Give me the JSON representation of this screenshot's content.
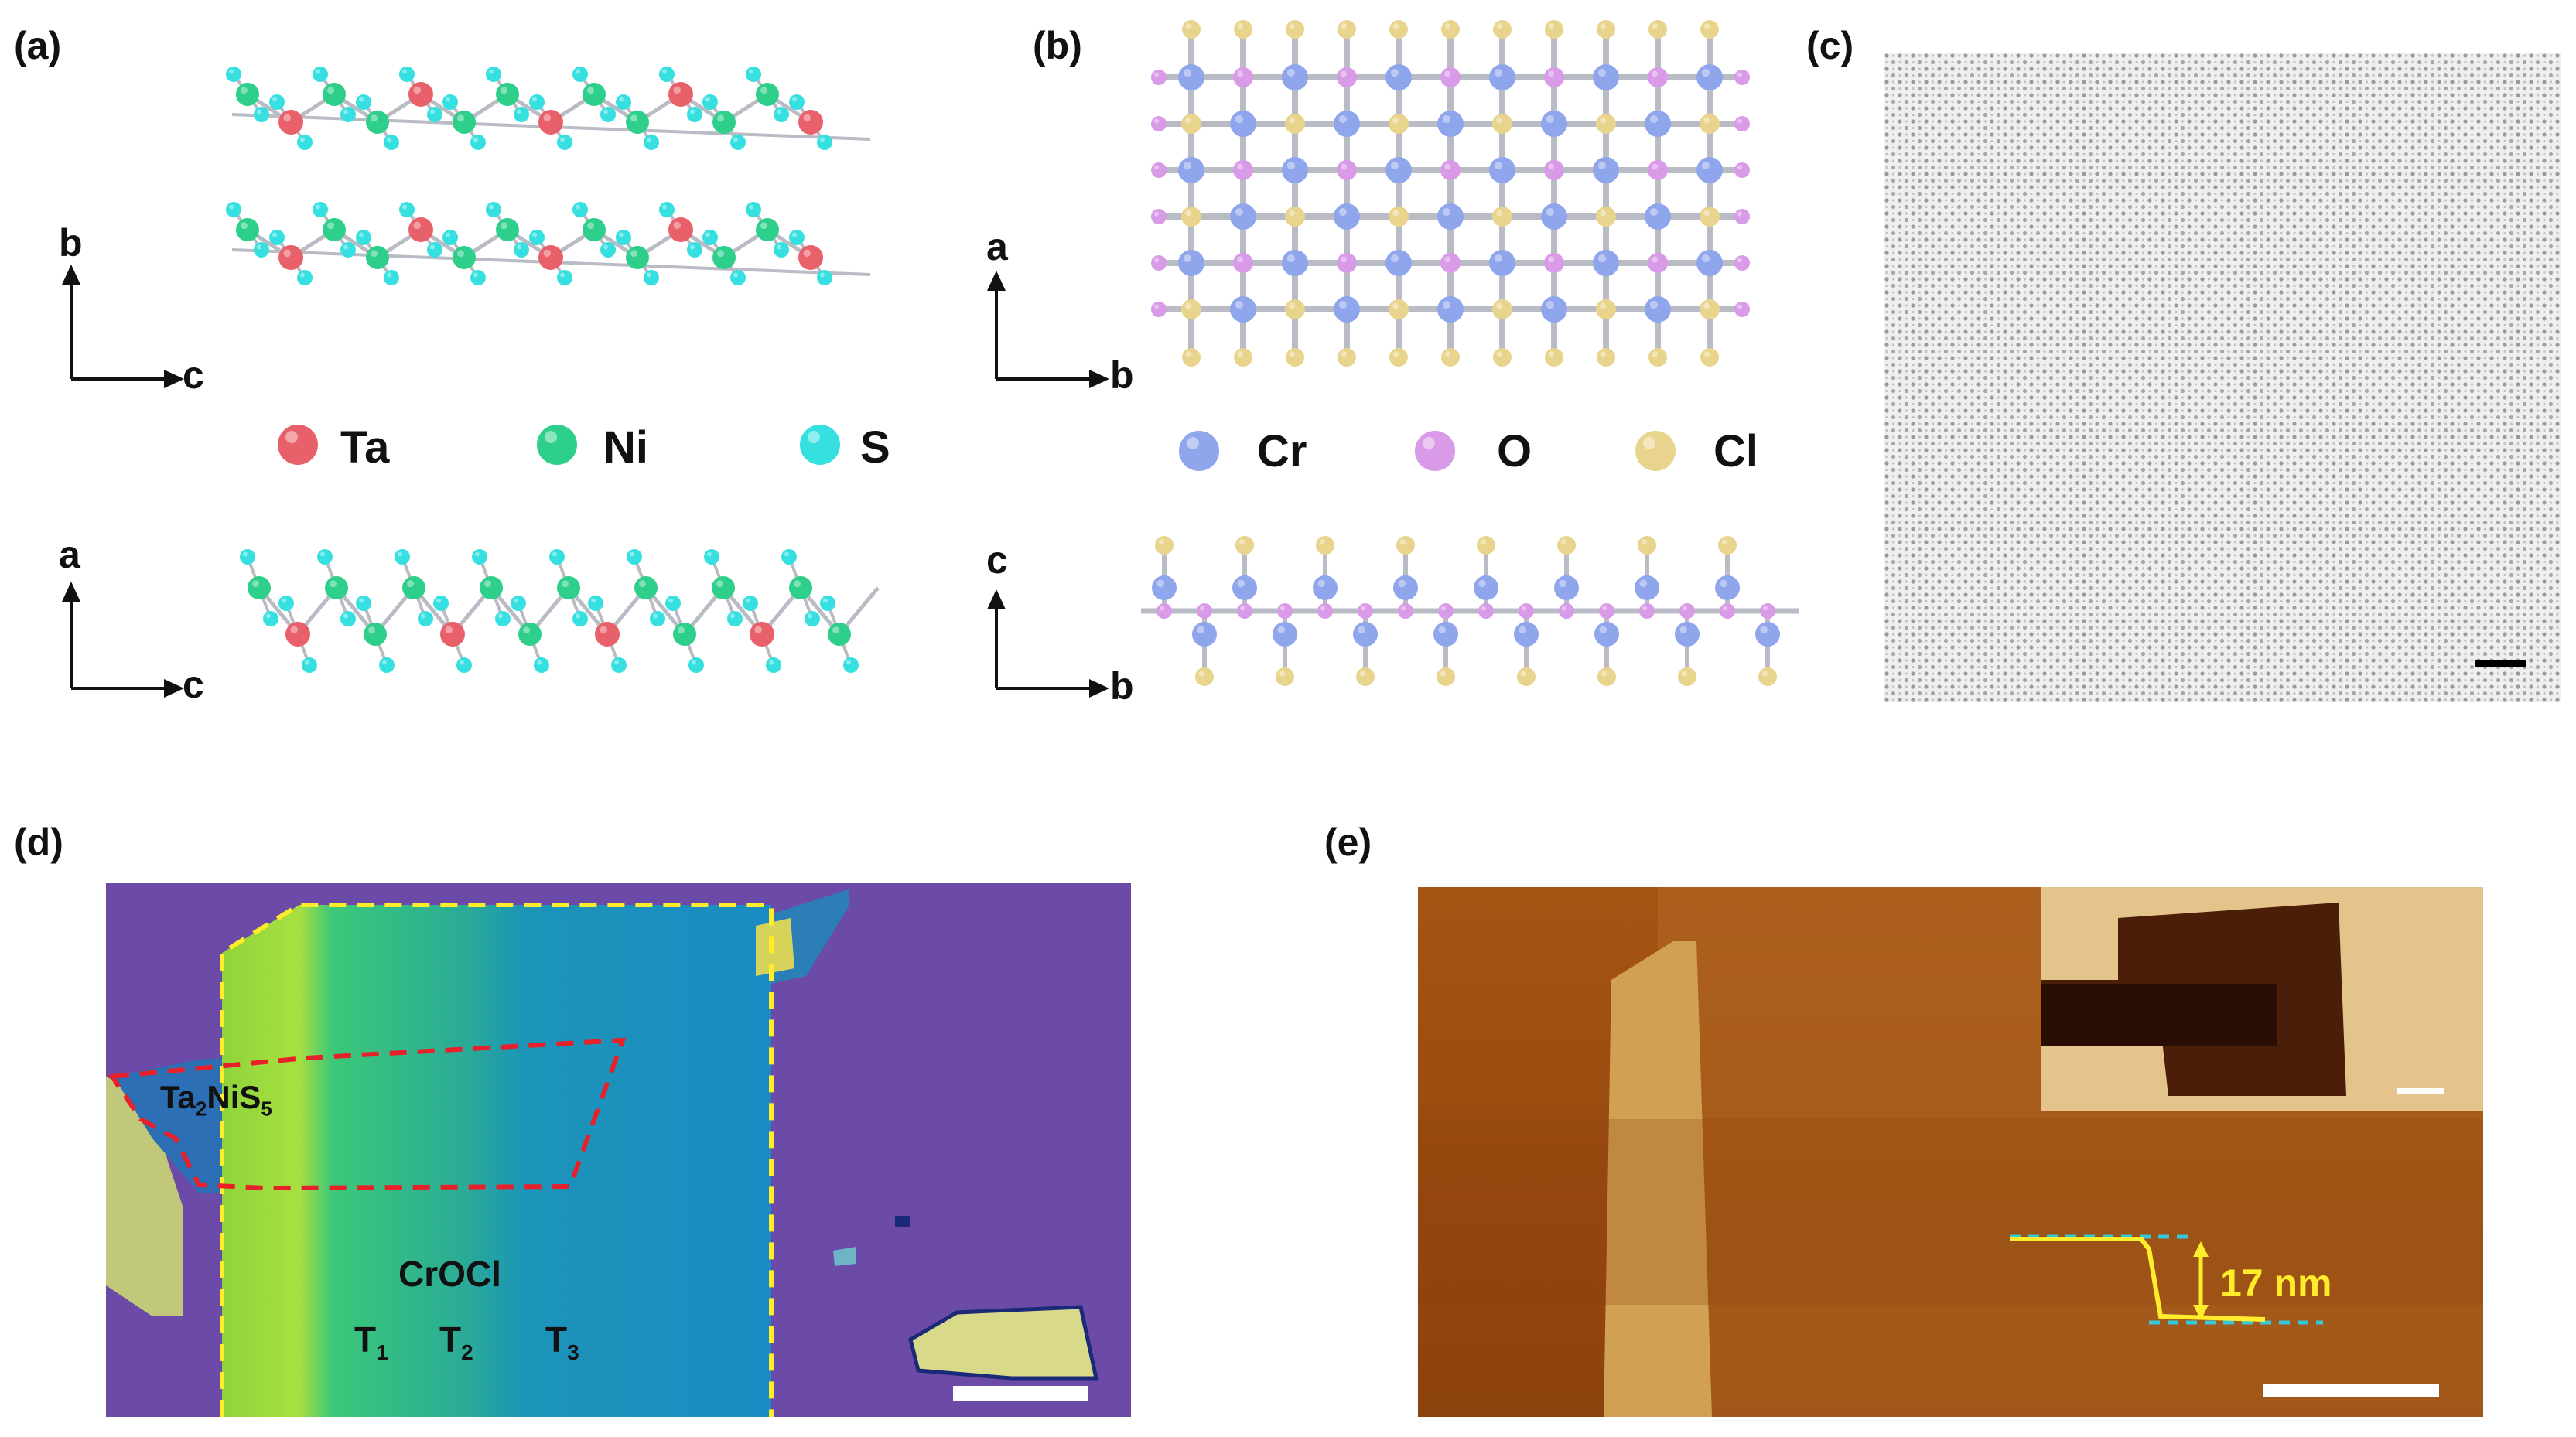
{
  "panels": {
    "a": {
      "label": "(a)",
      "axes_top": {
        "vertical": "b",
        "horizontal": "c"
      },
      "axes_bottom": {
        "vertical": "a",
        "horizontal": "c"
      },
      "legend": [
        {
          "symbol": "Ta",
          "color": "#e8606a"
        },
        {
          "symbol": "Ni",
          "color": "#2ecf8a"
        },
        {
          "symbol": "S",
          "color": "#36e0e0"
        }
      ]
    },
    "b": {
      "label": "(b)",
      "axes_top": {
        "vertical": "a",
        "horizontal": "b"
      },
      "axes_bottom": {
        "vertical": "c",
        "horizontal": "b"
      },
      "legend": [
        {
          "symbol": "Cr",
          "color": "#8fa6ec"
        },
        {
          "symbol": "O",
          "color": "#d99be8"
        },
        {
          "symbol": "Cl",
          "color": "#e9d48d"
        }
      ]
    },
    "c": {
      "label": "(c)"
    },
    "d": {
      "label": "(d)",
      "flake_label_main": "Ta",
      "flake_sub1": "2",
      "flake_mid": "NiS",
      "flake_sub2": "5",
      "crocl_label": "CrOCl",
      "regions": [
        {
          "main": "T",
          "sub": "1"
        },
        {
          "main": "T",
          "sub": "2"
        },
        {
          "main": "T",
          "sub": "3"
        }
      ]
    },
    "e": {
      "label": "(e)",
      "step_height": "17 nm"
    }
  },
  "colors": {
    "ta": "#e8606a",
    "ni": "#2ecf8a",
    "s": "#36e0e0",
    "cr": "#8fa6ec",
    "o": "#d99be8",
    "cl": "#e9d48d",
    "bond": "#b9bcc4",
    "yellow_dash": "#ffec2a",
    "red_dash": "#e8202a",
    "optical_bg": "#6c4aa8",
    "afm_bg": "#9a4a10"
  }
}
